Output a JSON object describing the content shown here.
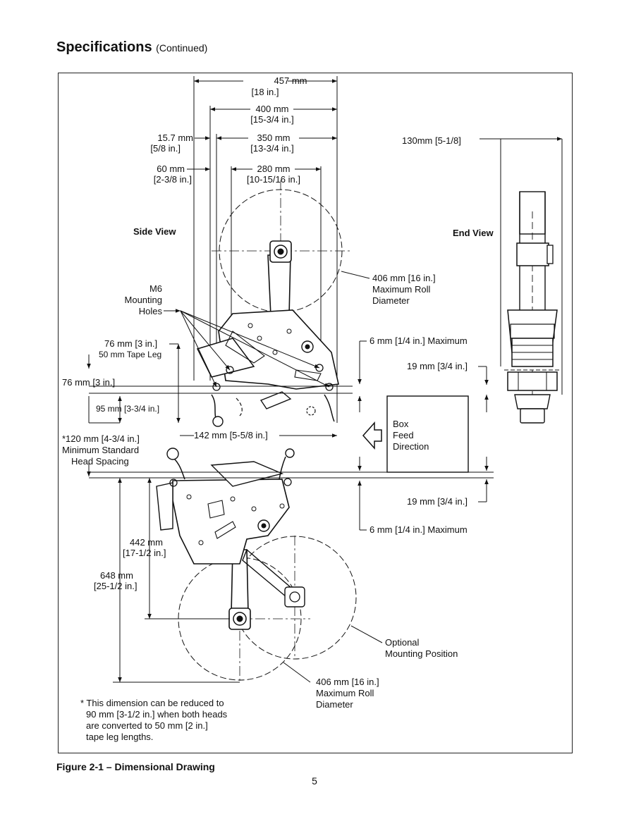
{
  "header": {
    "title": "Specifications",
    "continued": "(Continued)"
  },
  "views": {
    "side": "Side View",
    "end": "End View"
  },
  "dims": {
    "d457": [
      "457 mm",
      "[18 in.]"
    ],
    "d400": [
      "400 mm",
      "[15-3/4 in.]"
    ],
    "d350": [
      "350 mm",
      "[13-3/4 in.]"
    ],
    "d280": [
      "280 mm",
      "[10-15/16 in.]"
    ],
    "d157": [
      "15.7 mm",
      "[5/8 in.]"
    ],
    "d60": [
      "60 mm",
      "[2-3/8 in.]"
    ],
    "end130": "130mm [5-1/8]",
    "roll_top": [
      "406 mm [16 in.]",
      "Maximum Roll",
      "Diameter"
    ],
    "holes": [
      "M6",
      "Mounting",
      "Holes"
    ],
    "d76a": "76 mm [3 in.]",
    "tapeleg": "50 mm Tape Leg",
    "d76b": "76 mm [3 in.]",
    "d95": "95 mm [3-3/4 in.]",
    "d142": "142 mm [5-5/8 in.]",
    "d120": [
      "*120 mm [4-3/4 in.]",
      "Minimum Standard",
      "Head Spacing"
    ],
    "max6_top": "6 mm [1/4 in.] Maximum",
    "d19_top": "19 mm [3/4 in.]",
    "box": [
      "Box",
      "Feed",
      "Direction"
    ],
    "d19_bot": "19 mm [3/4 in.]",
    "max6_bot": "6 mm [1/4 in.] Maximum",
    "d442": [
      "442 mm",
      "[17-1/2 in.]"
    ],
    "d648": [
      "648 mm",
      "[25-1/2 in.]"
    ],
    "optional": [
      "Optional",
      "Mounting Position"
    ],
    "roll_bot": [
      "406 mm [16 in.]",
      "Maximum Roll",
      "Diameter"
    ],
    "footnote": [
      "* This dimension can be reduced to",
      "90 mm [3-1/2 in.] when both heads",
      "are converted to 50 mm [2 in.]",
      "tape leg lengths."
    ]
  },
  "figure": {
    "caption": "Figure 2-1 – Dimensional Drawing",
    "page": "5"
  }
}
